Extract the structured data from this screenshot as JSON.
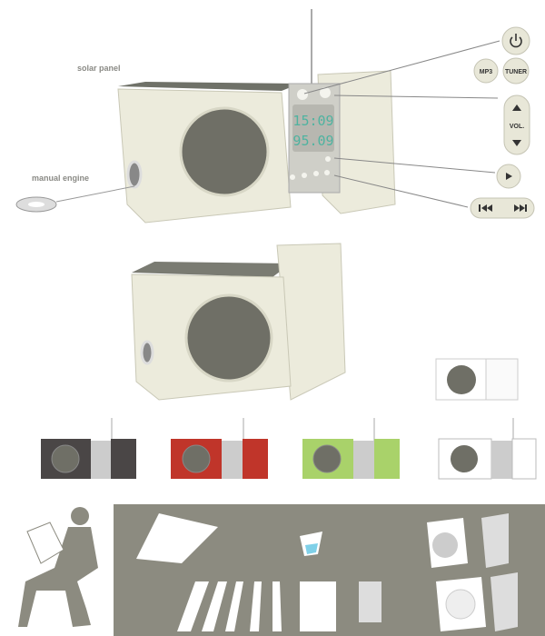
{
  "labels": {
    "solar_panel": "solar panel",
    "manual_engine": "manual engine"
  },
  "display": {
    "time": "15:09",
    "frequency": "95.09"
  },
  "buttons": {
    "mp3": "MP3",
    "tuner": "TUNER",
    "volume": "VOL."
  },
  "icons": [
    "power-icon",
    "up-arrow-icon",
    "down-arrow-icon",
    "play-icon",
    "skip-back-icon",
    "skip-forward-icon"
  ],
  "colors": {
    "body": "#ecebdc",
    "speaker": "#6f6f66",
    "lcd": "#4fb3a0",
    "variant_dark": "#4a4646",
    "variant_red": "#c0352a",
    "variant_green": "#a9d26a",
    "variant_white": "#ffffff",
    "scene_bg": "#8c8b80"
  }
}
